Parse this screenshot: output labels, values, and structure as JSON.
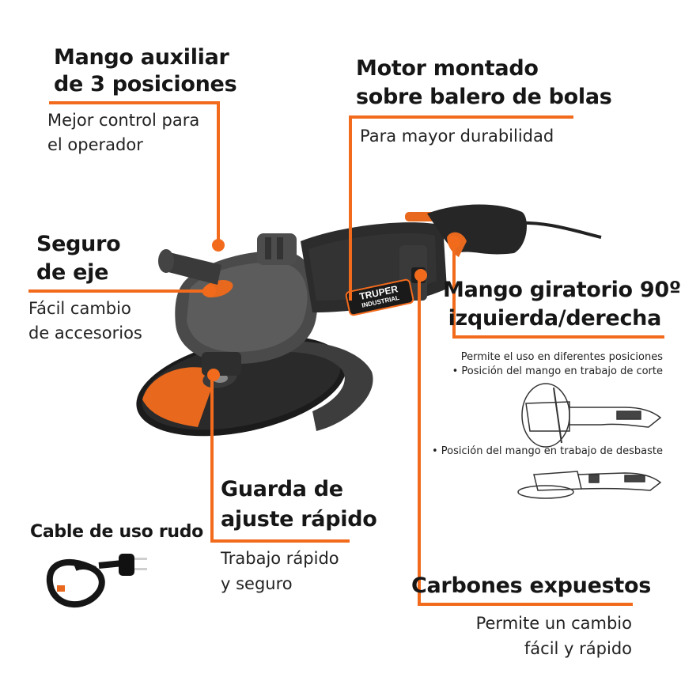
{
  "accent_color": "#f26b1d",
  "callouts": {
    "auxiliary_handle": {
      "title_line1": "Mango auxiliar",
      "title_line2": "de 3 posiciones",
      "desc_line1": "Mejor control para",
      "desc_line2": "el  operador"
    },
    "motor": {
      "title_line1": "Motor montado",
      "title_line2": "sobre balero de bolas",
      "desc_line1": "Para mayor durabilidad"
    },
    "spindle_lock": {
      "title_line1": "Seguro",
      "title_line2": "de eje",
      "desc_line1": "Fácil cambio",
      "desc_line2": "de accesorios"
    },
    "rotating_handle": {
      "title_line1": "Mango giratorio 90º",
      "title_line2": "izquierda/derecha",
      "note_line1": "Permite el uso en diferentes posiciones",
      "note_line2": "• Posición del mango en trabajo de corte",
      "note_line3": "• Posición del mango en trabajo de desbaste"
    },
    "guard": {
      "title_line1": "Guarda de",
      "title_line2": "ajuste rápido",
      "desc_line1": "Trabajo rápido",
      "desc_line2": "y seguro"
    },
    "cable": {
      "title_line1": "Cable de uso rudo"
    },
    "brushes": {
      "title_line1": "Carbones expuestos",
      "desc_line1": "Permite un cambio",
      "desc_line2": "fácil y rápido"
    }
  },
  "product": {
    "brand": "TRUPER",
    "brand_sub": "INDUSTRIAL"
  },
  "icons": [
    "angle-grinder-image",
    "cut-position-icon",
    "grinding-position-icon",
    "power-cable-icon"
  ]
}
